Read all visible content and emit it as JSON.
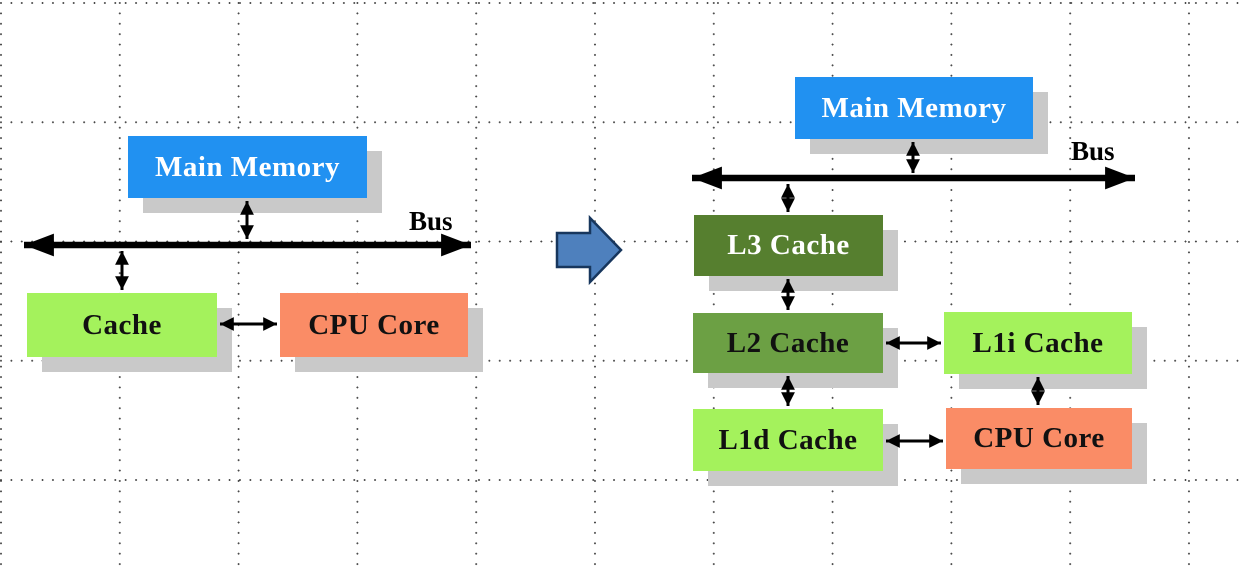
{
  "colors": {
    "memory_blue": "#2191F1",
    "cache_light_green": "#A4F25C",
    "cpu_salmon": "#FA8C66",
    "l2_green": "#6CA044",
    "l3_dark_green": "#567F2F",
    "box_text_dark": "#111111",
    "box_text_light": "#FFFFFF",
    "shadow_gray": "#C9C9C9",
    "transform_arrow_fill": "#4E80BD",
    "transform_arrow_border": "#17365D"
  },
  "left_diagram": {
    "main_memory_label": "Main Memory",
    "bus_label": "Bus",
    "cache_label": "Cache",
    "cpu_core_label": "CPU Core"
  },
  "right_diagram": {
    "main_memory_label": "Main Memory",
    "bus_label": "Bus",
    "l3_label": "L3 Cache",
    "l2_label": "L2 Cache",
    "l1i_label": "L1i Cache",
    "l1d_label": "L1d Cache",
    "cpu_core_label": "CPU Core"
  }
}
